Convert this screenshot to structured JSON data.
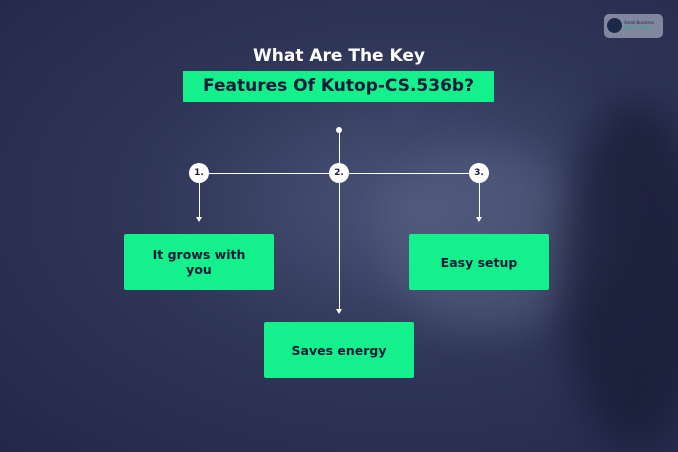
{
  "title_line1": "What Are The Key",
  "title_line2": "Features Of Kutop-CS.536b?",
  "logo_text": "Small Business News Room",
  "features": [
    {
      "number": "1.",
      "label": "It grows with you"
    },
    {
      "number": "2.",
      "label": "Saves energy"
    },
    {
      "number": "3.",
      "label": "Easy setup"
    }
  ],
  "colors": {
    "accent": "#14f08c",
    "background": "#2f3657"
  }
}
